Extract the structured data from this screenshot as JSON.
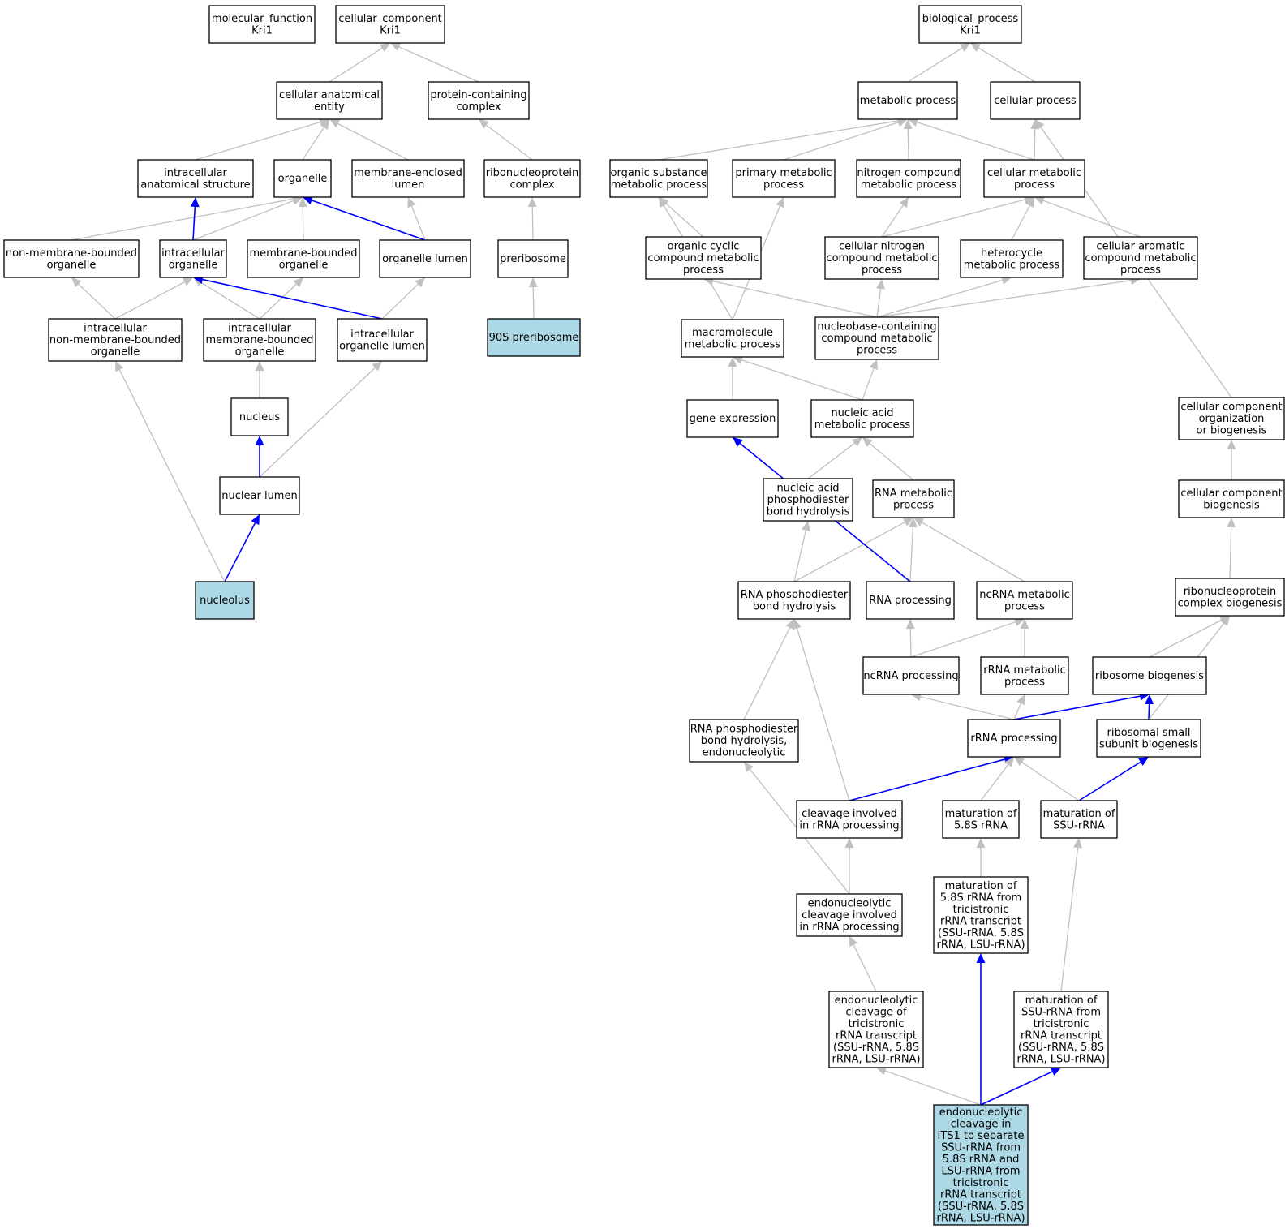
{
  "colors": {
    "plain_fill": "#ffffff",
    "highlight_fill": "#add8e6",
    "edge_gray": "#c0c0c0",
    "edge_blue": "#0000ff",
    "border": "#000000"
  },
  "nodes": {
    "mf": {
      "lines": [
        "molecular_function",
        "Kri1"
      ],
      "highlight": false
    },
    "cc": {
      "lines": [
        "cellular_component",
        "Kri1"
      ],
      "highlight": false
    },
    "cae": {
      "lines": [
        "cellular anatomical",
        "entity"
      ],
      "highlight": false
    },
    "pcc": {
      "lines": [
        "protein-containing",
        "complex"
      ],
      "highlight": false
    },
    "ias": {
      "lines": [
        "intracellular",
        "anatomical structure"
      ],
      "highlight": false
    },
    "org": {
      "lines": [
        "organelle"
      ],
      "highlight": false
    },
    "mel": {
      "lines": [
        "membrane-enclosed",
        "lumen"
      ],
      "highlight": false
    },
    "rnpc": {
      "lines": [
        "ribonucleoprotein",
        "complex"
      ],
      "highlight": false
    },
    "nmbo": {
      "lines": [
        "non-membrane-bounded",
        "organelle"
      ],
      "highlight": false
    },
    "io": {
      "lines": [
        "intracellular",
        "organelle"
      ],
      "highlight": false
    },
    "mbo": {
      "lines": [
        "membrane-bounded",
        "organelle"
      ],
      "highlight": false
    },
    "ol": {
      "lines": [
        "organelle lumen"
      ],
      "highlight": false
    },
    "prib": {
      "lines": [
        "preribosome"
      ],
      "highlight": false
    },
    "inmbo": {
      "lines": [
        "intracellular",
        "non-membrane-bounded",
        "organelle"
      ],
      "highlight": false
    },
    "imbo": {
      "lines": [
        "intracellular",
        "membrane-bounded",
        "organelle"
      ],
      "highlight": false
    },
    "iol": {
      "lines": [
        "intracellular",
        "organelle lumen"
      ],
      "highlight": false
    },
    "p90": {
      "lines": [
        "90S preribosome"
      ],
      "highlight": true
    },
    "nuc": {
      "lines": [
        "nucleus"
      ],
      "highlight": false
    },
    "nl": {
      "lines": [
        "nuclear lumen"
      ],
      "highlight": false
    },
    "nlus": {
      "lines": [
        "nucleolus"
      ],
      "highlight": true
    },
    "bp": {
      "lines": [
        "biological_process",
        "Kri1"
      ],
      "highlight": false
    },
    "mp": {
      "lines": [
        "metabolic process"
      ],
      "highlight": false
    },
    "cp": {
      "lines": [
        "cellular process"
      ],
      "highlight": false
    },
    "osmp": {
      "lines": [
        "organic substance",
        "metabolic process"
      ],
      "highlight": false
    },
    "pmp": {
      "lines": [
        "primary metabolic",
        "process"
      ],
      "highlight": false
    },
    "ncmp": {
      "lines": [
        "nitrogen compound",
        "metabolic process"
      ],
      "highlight": false
    },
    "cmp": {
      "lines": [
        "cellular metabolic",
        "process"
      ],
      "highlight": false
    },
    "occmp": {
      "lines": [
        "organic cyclic",
        "compound metabolic",
        "process"
      ],
      "highlight": false
    },
    "cncmp": {
      "lines": [
        "cellular nitrogen",
        "compound metabolic",
        "process"
      ],
      "highlight": false
    },
    "hmp": {
      "lines": [
        "heterocycle",
        "metabolic process"
      ],
      "highlight": false
    },
    "cacmp": {
      "lines": [
        "cellular aromatic",
        "compound metabolic",
        "process"
      ],
      "highlight": false
    },
    "macmp": {
      "lines": [
        "macromolecule",
        "metabolic process"
      ],
      "highlight": false
    },
    "nbcmp": {
      "lines": [
        "nucleobase-containing",
        "compound metabolic",
        "process"
      ],
      "highlight": false
    },
    "ge": {
      "lines": [
        "gene expression"
      ],
      "highlight": false
    },
    "namp": {
      "lines": [
        "nucleic acid",
        "metabolic process"
      ],
      "highlight": false
    },
    "ccob": {
      "lines": [
        "cellular component",
        "organization",
        "or biogenesis"
      ],
      "highlight": false
    },
    "napbh": {
      "lines": [
        "nucleic acid",
        "phosphodiester",
        "bond hydrolysis"
      ],
      "highlight": false
    },
    "rnamp": {
      "lines": [
        "RNA metabolic",
        "process"
      ],
      "highlight": false
    },
    "ccb": {
      "lines": [
        "cellular component",
        "biogenesis"
      ],
      "highlight": false
    },
    "rpbh": {
      "lines": [
        "RNA phosphodiester",
        "bond hydrolysis"
      ],
      "highlight": false
    },
    "rnap": {
      "lines": [
        "RNA processing"
      ],
      "highlight": false
    },
    "ncrmp": {
      "lines": [
        "ncRNA metabolic",
        "process"
      ],
      "highlight": false
    },
    "rnpcb": {
      "lines": [
        "ribonucleoprotein",
        "complex biogenesis"
      ],
      "highlight": false
    },
    "ncrp": {
      "lines": [
        "ncRNA processing"
      ],
      "highlight": false
    },
    "rrmp": {
      "lines": [
        "rRNA metabolic",
        "process"
      ],
      "highlight": false
    },
    "rbg": {
      "lines": [
        "ribosome biogenesis"
      ],
      "highlight": false
    },
    "rpbhe": {
      "lines": [
        "RNA phosphodiester",
        "bond hydrolysis,",
        "endonucleolytic"
      ],
      "highlight": false
    },
    "rrp": {
      "lines": [
        "rRNA processing"
      ],
      "highlight": false
    },
    "rssb": {
      "lines": [
        "ribosomal small",
        "subunit biogenesis"
      ],
      "highlight": false
    },
    "cirp": {
      "lines": [
        "cleavage involved",
        "in rRNA processing"
      ],
      "highlight": false
    },
    "m58": {
      "lines": [
        "maturation of",
        "5.8S rRNA"
      ],
      "highlight": false
    },
    "mssu": {
      "lines": [
        "maturation of",
        "SSU-rRNA"
      ],
      "highlight": false
    },
    "ecirp": {
      "lines": [
        "endonucleolytic",
        "cleavage involved",
        "in rRNA processing"
      ],
      "highlight": false
    },
    "m58t": {
      "lines": [
        "maturation of",
        "5.8S rRNA from",
        "tricistronic",
        "rRNA transcript",
        "(SSU-rRNA, 5.8S",
        "rRNA, LSU-rRNA)"
      ],
      "highlight": false
    },
    "ecot": {
      "lines": [
        "endonucleolytic",
        "cleavage of",
        "tricistronic",
        "rRNA transcript",
        "(SSU-rRNA, 5.8S",
        "rRNA, LSU-rRNA)"
      ],
      "highlight": false
    },
    "mssut": {
      "lines": [
        "maturation of",
        "SSU-rRNA from",
        "tricistronic",
        "rRNA transcript",
        "(SSU-rRNA, 5.8S",
        "rRNA, LSU-rRNA)"
      ],
      "highlight": false
    },
    "eits1": {
      "lines": [
        "endonucleolytic",
        "cleavage in",
        "ITS1 to separate",
        "SSU-rRNA from",
        "5.8S rRNA and",
        "LSU-rRNA from",
        "tricistronic",
        "rRNA transcript",
        "(SSU-rRNA, 5.8S",
        "rRNA, LSU-rRNA)"
      ],
      "highlight": true
    }
  },
  "edges": [
    [
      "cae",
      "cc",
      false
    ],
    [
      "pcc",
      "cc",
      false
    ],
    [
      "ias",
      "cae",
      false
    ],
    [
      "org",
      "cae",
      false
    ],
    [
      "mel",
      "cae",
      false
    ],
    [
      "rnpc",
      "pcc",
      false
    ],
    [
      "nmbo",
      "org",
      false
    ],
    [
      "io",
      "org",
      false
    ],
    [
      "mbo",
      "org",
      false
    ],
    [
      "ol",
      "org",
      true
    ],
    [
      "io",
      "ias",
      true
    ],
    [
      "ol",
      "mel",
      false
    ],
    [
      "prib",
      "rnpc",
      false
    ],
    [
      "inmbo",
      "nmbo",
      false
    ],
    [
      "inmbo",
      "io",
      false
    ],
    [
      "imbo",
      "io",
      false
    ],
    [
      "imbo",
      "mbo",
      false
    ],
    [
      "iol",
      "io",
      true
    ],
    [
      "iol",
      "ol",
      false
    ],
    [
      "p90",
      "prib",
      false
    ],
    [
      "nuc",
      "imbo",
      false
    ],
    [
      "nl",
      "nuc",
      true
    ],
    [
      "nl",
      "iol",
      false
    ],
    [
      "nlus",
      "nl",
      true
    ],
    [
      "nlus",
      "inmbo",
      false
    ],
    [
      "mp",
      "bp",
      false
    ],
    [
      "cp",
      "bp",
      false
    ],
    [
      "osmp",
      "mp",
      false
    ],
    [
      "pmp",
      "mp",
      false
    ],
    [
      "ncmp",
      "mp",
      false
    ],
    [
      "cmp",
      "mp",
      false
    ],
    [
      "cmp",
      "cp",
      false
    ],
    [
      "ccob",
      "cp",
      false
    ],
    [
      "occmp",
      "osmp",
      false
    ],
    [
      "cncmp",
      "ncmp",
      false
    ],
    [
      "cncmp",
      "cmp",
      false
    ],
    [
      "hmp",
      "cmp",
      false
    ],
    [
      "cacmp",
      "cmp",
      false
    ],
    [
      "macmp",
      "osmp",
      false
    ],
    [
      "macmp",
      "pmp",
      false
    ],
    [
      "nbcmp",
      "occmp",
      false
    ],
    [
      "nbcmp",
      "cncmp",
      false
    ],
    [
      "nbcmp",
      "hmp",
      false
    ],
    [
      "nbcmp",
      "cacmp",
      false
    ],
    [
      "ge",
      "macmp",
      false
    ],
    [
      "namp",
      "macmp",
      false
    ],
    [
      "namp",
      "nbcmp",
      false
    ],
    [
      "napbh",
      "namp",
      false
    ],
    [
      "rnamp",
      "namp",
      false
    ],
    [
      "rpbh",
      "napbh",
      false
    ],
    [
      "rpbh",
      "rnamp",
      false
    ],
    [
      "rnap",
      "rnamp",
      false
    ],
    [
      "rnap",
      "ge",
      true
    ],
    [
      "ncrmp",
      "rnamp",
      false
    ],
    [
      "ncrp",
      "rnap",
      false
    ],
    [
      "ncrp",
      "ncrmp",
      false
    ],
    [
      "rrmp",
      "ncrmp",
      false
    ],
    [
      "rrp",
      "ncrp",
      false
    ],
    [
      "rrp",
      "rrmp",
      false
    ],
    [
      "rrp",
      "rbg",
      true
    ],
    [
      "rssb",
      "rbg",
      true
    ],
    [
      "rssb",
      "rnpcb",
      false
    ],
    [
      "rbg",
      "rnpcb",
      false
    ],
    [
      "rnpcb",
      "ccb",
      false
    ],
    [
      "ccb",
      "ccob",
      false
    ],
    [
      "rpbhe",
      "rpbh",
      false
    ],
    [
      "cirp",
      "rpbh",
      false
    ],
    [
      "cirp",
      "rrp",
      true
    ],
    [
      "m58",
      "rrp",
      false
    ],
    [
      "mssu",
      "rrp",
      false
    ],
    [
      "mssu",
      "rssb",
      true
    ],
    [
      "ecirp",
      "cirp",
      false
    ],
    [
      "ecirp",
      "rpbhe",
      false
    ],
    [
      "m58t",
      "m58",
      false
    ],
    [
      "ecot",
      "ecirp",
      false
    ],
    [
      "mssut",
      "mssu",
      false
    ],
    [
      "eits1",
      "ecot",
      false
    ],
    [
      "eits1",
      "m58t",
      true
    ],
    [
      "eits1",
      "mssut",
      true
    ]
  ]
}
